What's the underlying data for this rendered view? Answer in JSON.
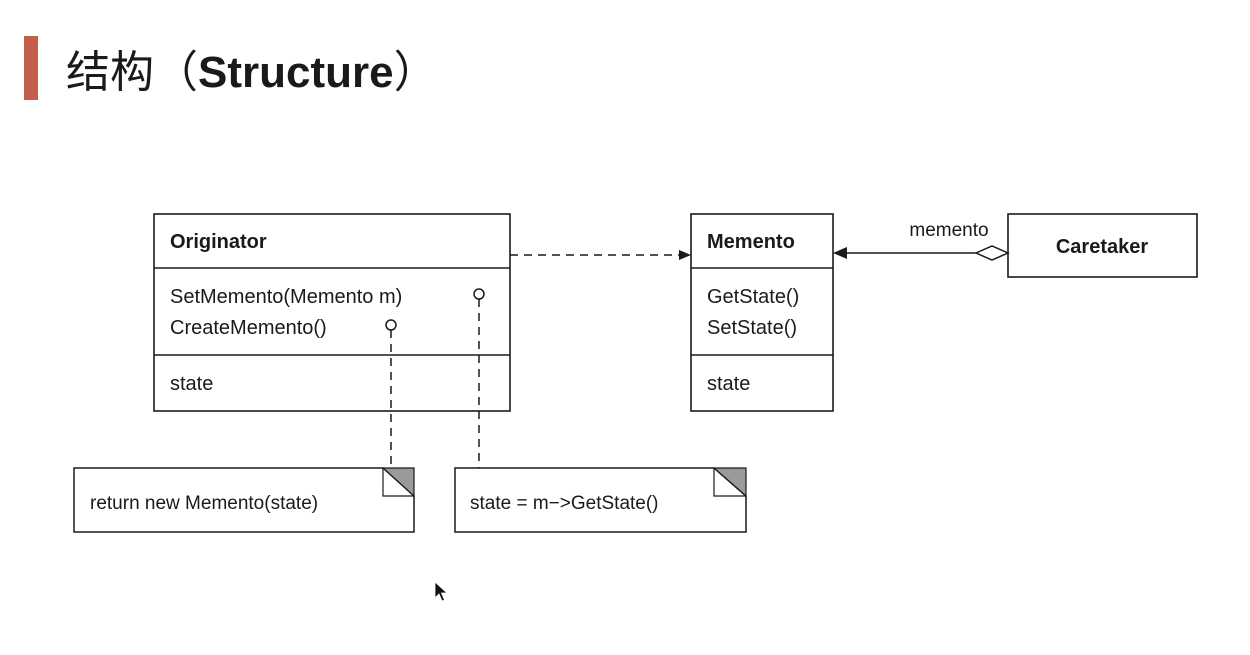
{
  "slide": {
    "title_cn": "结构",
    "paren_open": "（",
    "title_en": "Structure",
    "paren_close": "）"
  },
  "diagram": {
    "originator": {
      "name": "Originator",
      "operations": [
        "SetMemento(Memento m)",
        "CreateMemento()"
      ],
      "attributes": [
        "state"
      ]
    },
    "memento": {
      "name": "Memento",
      "operations": [
        "GetState()",
        "SetState()"
      ],
      "attributes": [
        "state"
      ]
    },
    "caretaker": {
      "name": "Caretaker"
    },
    "association_label": "memento",
    "notes": {
      "create_memento": "return new Memento(state)",
      "set_memento": "state = m−>GetState()"
    }
  },
  "colors": {
    "accent_bar": "#c25e49",
    "line": "#1a1a1a",
    "note_corner": "#9a9a9a"
  }
}
